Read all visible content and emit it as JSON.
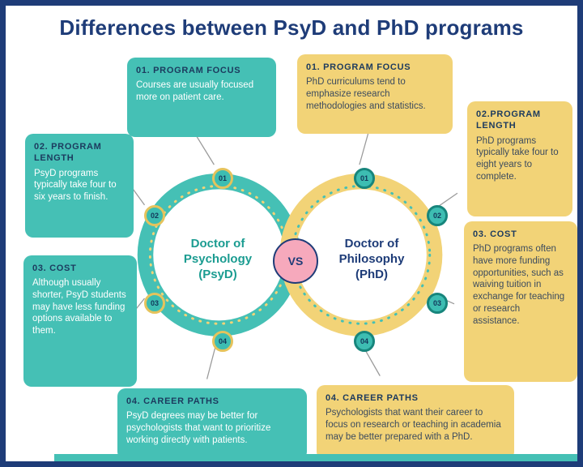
{
  "title": "Differences between PsyD and PhD programs",
  "vs_label": "VS",
  "psyd": {
    "name": "Doctor of\nPsychology\n(PsyD)",
    "items": [
      {
        "num": "01",
        "heading": "01. PROGRAM FOCUS",
        "body": "Courses are usually focused more on patient care."
      },
      {
        "num": "02",
        "heading": "02. PROGRAM LENGTH",
        "body": "PsyD programs typically take four to six years to finish."
      },
      {
        "num": "03",
        "heading": "03. COST",
        "body": "Although usually shorter, PsyD students may have less funding options available to them."
      },
      {
        "num": "04",
        "heading": "04. CAREER PATHS",
        "body": "PsyD degrees may be better for psychologists that want to prioritize working directly with patients."
      }
    ]
  },
  "phd": {
    "name": "Doctor of\nPhilosophy\n(PhD)",
    "items": [
      {
        "num": "01",
        "heading": "01. PROGRAM FOCUS",
        "body": "PhD curriculums tend to emphasize research methodologies and statistics."
      },
      {
        "num": "02",
        "heading": "02.PROGRAM LENGTH",
        "body": "PhD programs typically take four to eight years to complete."
      },
      {
        "num": "03",
        "heading": "03. COST",
        "body": "PhD programs often have more funding opportunities, such as waiving tuition in exchange for teaching or research assistance."
      },
      {
        "num": "04",
        "heading": "04. CAREER PATHS",
        "body": "Psychologists that want their career to focus on research or teaching in academia may be better prepared with a PhD."
      }
    ]
  },
  "colors": {
    "navy": "#1e3c78",
    "teal": "#45c0b5",
    "yellow": "#f2d377",
    "pink": "#f6a9bc",
    "teal_box_body_text": "#ffffff",
    "yellow_box_body_text": "#3c4b5e",
    "box_heading_text": "#1c3a5e",
    "connector_gray": "#9a9a9a"
  }
}
